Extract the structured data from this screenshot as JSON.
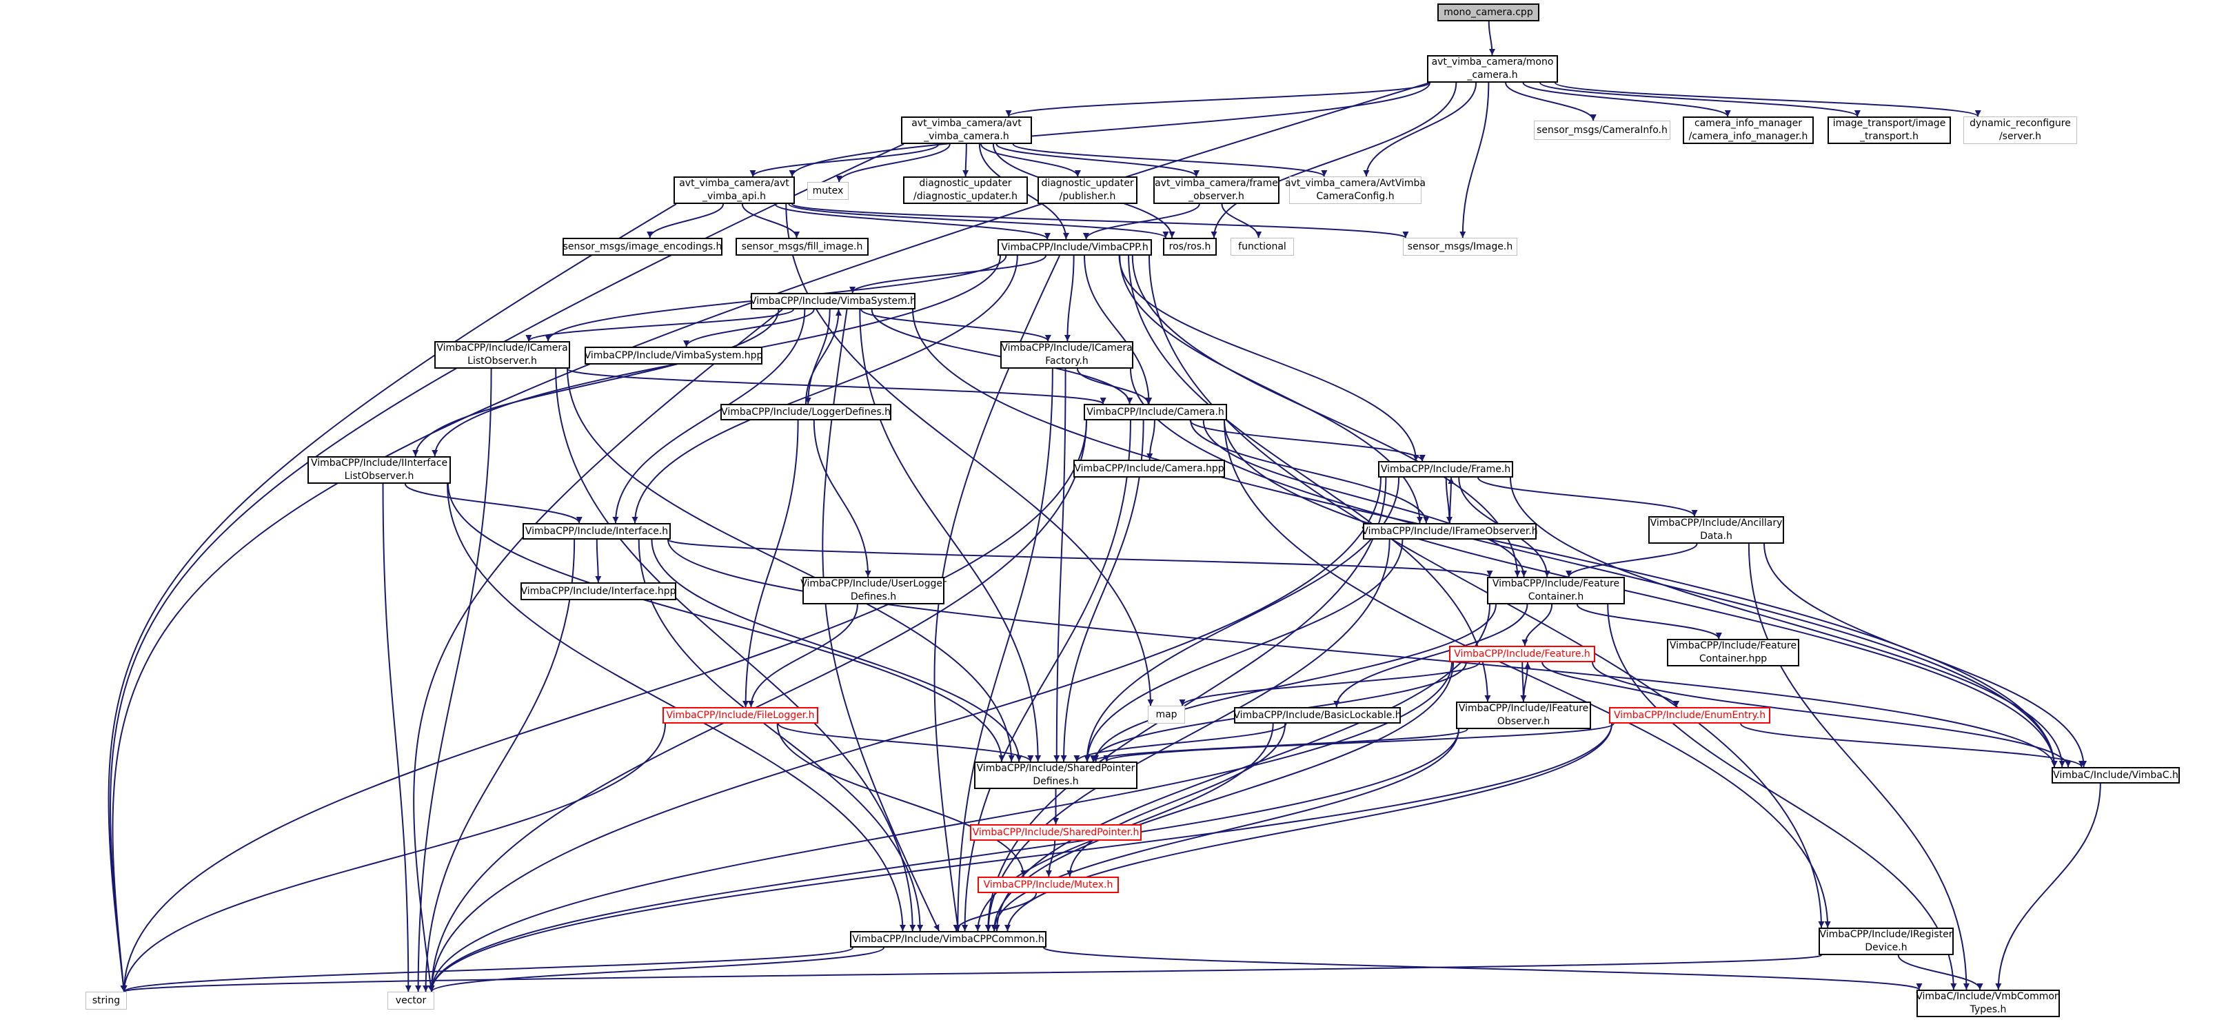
{
  "colors": {
    "edge": "#191970",
    "root_fill": "#bfbfbf",
    "missing_border": "#bfbfbf",
    "truncated_border": "#ff0000",
    "normal_border": "#000000"
  },
  "nodes": [
    {
      "id": "n0",
      "label": "mono_camera.cpp",
      "style": "root"
    },
    {
      "id": "n1",
      "label": "avt_vimba_camera/mono\n_camera.h",
      "style": "normal"
    },
    {
      "id": "n2",
      "label": "avt_vimba_camera/avt\n_vimba_camera.h",
      "style": "normal"
    },
    {
      "id": "n3",
      "label": "sensor_msgs/CameraInfo.h",
      "style": "gray"
    },
    {
      "id": "n4",
      "label": "camera_info_manager\n/camera_info_manager.h",
      "style": "normal"
    },
    {
      "id": "n5",
      "label": "image_transport/image\n_transport.h",
      "style": "normal"
    },
    {
      "id": "n6",
      "label": "dynamic_reconfigure\n/server.h",
      "style": "gray"
    },
    {
      "id": "n7",
      "label": "avt_vimba_camera/avt\n_vimba_api.h",
      "style": "normal"
    },
    {
      "id": "n8",
      "label": "mutex",
      "style": "gray"
    },
    {
      "id": "n9",
      "label": "diagnostic_updater\n/diagnostic_updater.h",
      "style": "normal"
    },
    {
      "id": "n10",
      "label": "diagnostic_updater\n/publisher.h",
      "style": "normal"
    },
    {
      "id": "n11",
      "label": "avt_vimba_camera/frame\n_observer.h",
      "style": "normal"
    },
    {
      "id": "n12",
      "label": "avt_vimba_camera/AvtVimba\nCameraConfig.h",
      "style": "gray"
    },
    {
      "id": "n13",
      "label": "sensor_msgs/image_encodings.h",
      "style": "normal"
    },
    {
      "id": "n14",
      "label": "sensor_msgs/fill_image.h",
      "style": "normal"
    },
    {
      "id": "n15",
      "label": "VimbaCPP/Include/VimbaCPP.h",
      "style": "normal"
    },
    {
      "id": "n16",
      "label": "ros/ros.h",
      "style": "normal"
    },
    {
      "id": "n17",
      "label": "functional",
      "style": "gray"
    },
    {
      "id": "n18",
      "label": "sensor_msgs/Image.h",
      "style": "gray"
    },
    {
      "id": "n19",
      "label": "VimbaCPP/Include/VimbaSystem.h",
      "style": "normal"
    },
    {
      "id": "n20",
      "label": "VimbaCPP/Include/ICamera\nListObserver.h",
      "style": "normal"
    },
    {
      "id": "n21",
      "label": "VimbaCPP/Include/VimbaSystem.hpp",
      "style": "normal"
    },
    {
      "id": "n22",
      "label": "VimbaCPP/Include/ICamera\nFactory.h",
      "style": "normal"
    },
    {
      "id": "n23",
      "label": "VimbaCPP/Include/LoggerDefines.h",
      "style": "normal"
    },
    {
      "id": "n24",
      "label": "VimbaCPP/Include/Camera.h",
      "style": "normal"
    },
    {
      "id": "n25",
      "label": "VimbaCPP/Include/IInterface\nListObserver.h",
      "style": "normal"
    },
    {
      "id": "n26",
      "label": "VimbaCPP/Include/Camera.hpp",
      "style": "normal"
    },
    {
      "id": "n27",
      "label": "VimbaCPP/Include/Frame.h",
      "style": "normal"
    },
    {
      "id": "n28",
      "label": "VimbaCPP/Include/Interface.h",
      "style": "normal"
    },
    {
      "id": "n29",
      "label": "VimbaCPP/Include/IFrameObserver.h",
      "style": "normal"
    },
    {
      "id": "n30",
      "label": "VimbaCPP/Include/Ancillary\nData.h",
      "style": "normal"
    },
    {
      "id": "n31",
      "label": "VimbaCPP/Include/Interface.hpp",
      "style": "normal"
    },
    {
      "id": "n32",
      "label": "VimbaCPP/Include/UserLogger\nDefines.h",
      "style": "normal"
    },
    {
      "id": "n33",
      "label": "VimbaCPP/Include/Feature\nContainer.h",
      "style": "normal"
    },
    {
      "id": "n34",
      "label": "VimbaCPP/Include/Feature.h",
      "style": "red"
    },
    {
      "id": "n35",
      "label": "VimbaCPP/Include/Feature\nContainer.hpp",
      "style": "normal"
    },
    {
      "id": "n36",
      "label": "map",
      "style": "gray"
    },
    {
      "id": "n37",
      "label": "VimbaCPP/Include/BasicLockable.h",
      "style": "normal"
    },
    {
      "id": "n38",
      "label": "VimbaCPP/Include/IFeature\nObserver.h",
      "style": "normal"
    },
    {
      "id": "n39",
      "label": "VimbaCPP/Include/EnumEntry.h",
      "style": "red"
    },
    {
      "id": "n40",
      "label": "VimbaCPP/Include/FileLogger.h",
      "style": "red"
    },
    {
      "id": "n41",
      "label": "VimbaCPP/Include/SharedPointer\nDefines.h",
      "style": "normal"
    },
    {
      "id": "n42",
      "label": "VimbaC/Include/VimbaC.h",
      "style": "normal"
    },
    {
      "id": "n43",
      "label": "VimbaCPP/Include/SharedPointer.h",
      "style": "red"
    },
    {
      "id": "n44",
      "label": "VimbaCPP/Include/Mutex.h",
      "style": "red"
    },
    {
      "id": "n45",
      "label": "VimbaCPP/Include/VimbaCPPCommon.h",
      "style": "normal"
    },
    {
      "id": "n46",
      "label": "VimbaCPP/Include/IRegister\nDevice.h",
      "style": "normal"
    },
    {
      "id": "n47",
      "label": "string",
      "style": "gray"
    },
    {
      "id": "n48",
      "label": "vector",
      "style": "gray"
    },
    {
      "id": "n49",
      "label": "VimbaC/Include/VmbCommon\nTypes.h",
      "style": "normal"
    }
  ]
}
